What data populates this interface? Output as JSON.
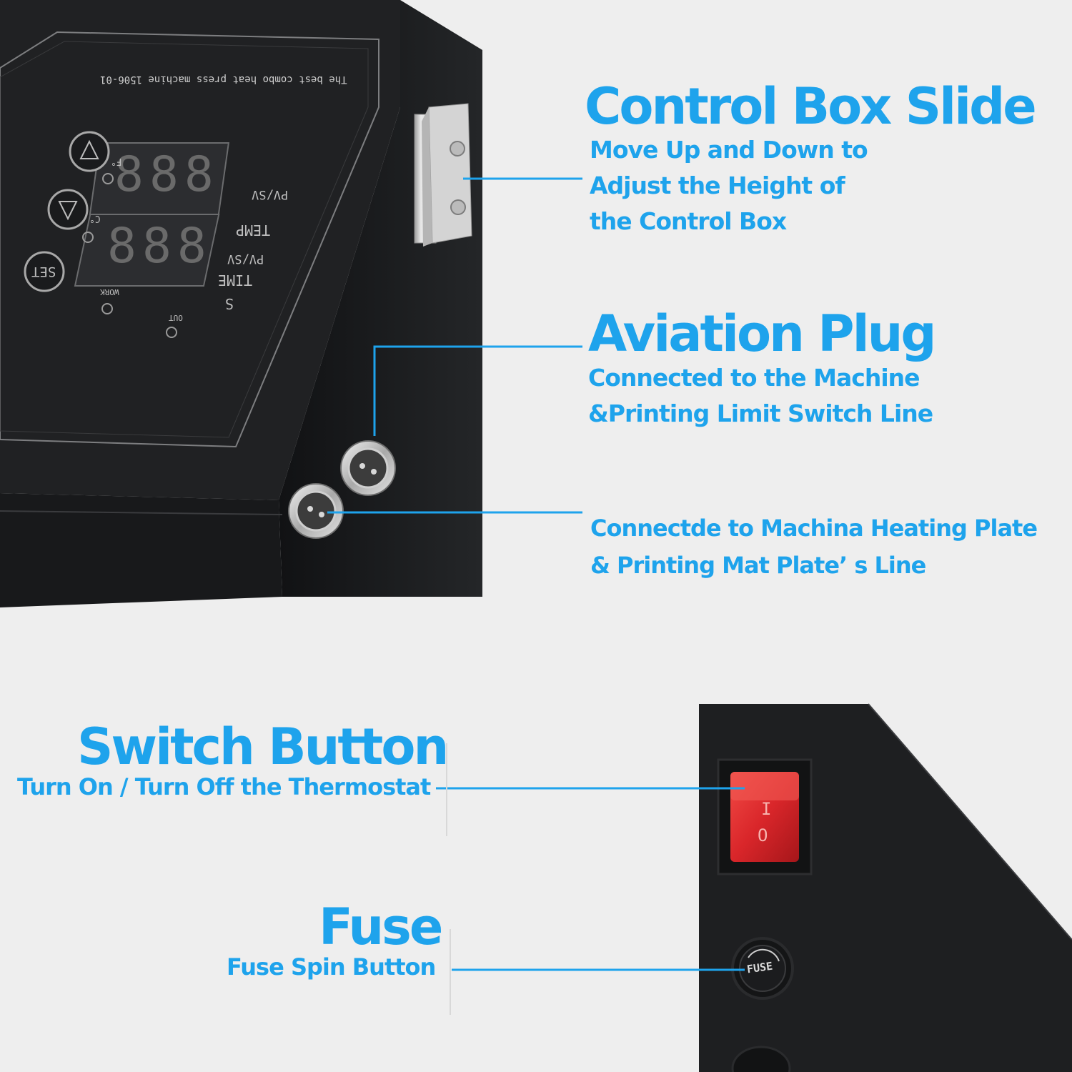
{
  "colors": {
    "accent": "#1ea3ec",
    "background": "#eeeeee",
    "device_body": "#1d1e20",
    "switch_red": "#d9262a"
  },
  "callouts": {
    "control_box_slide": {
      "title": "Control Box Slide",
      "lines": [
        "Move Up and Down to",
        "Adjust the Height of",
        "the Control Box"
      ]
    },
    "aviation_plug": {
      "title": "Aviation Plug",
      "lines": [
        "Connected to the Machine",
        "&Printing Limit  Switch Line"
      ]
    },
    "heating_plate_plug": {
      "lines": [
        "Connectde to Machina Heating  Plate",
        "& Printing  Mat  Plate’  s Line"
      ]
    },
    "switch_button": {
      "title": "Switch Button",
      "desc": "Turn On / Turn Off the Thermostat"
    },
    "fuse": {
      "title": "Fuse",
      "desc": "Fuse Spin Button"
    }
  },
  "device": {
    "panel_model": "The best combo heat press machine 1506-01",
    "display_top": "888",
    "display_bottom": "888",
    "label_pv_sv_top": "PV/SV",
    "label_temp": "TEMP",
    "label_pv_sv_bottom": "PV/SV",
    "label_time": "TIME",
    "label_s": "S",
    "label_f": "F°",
    "label_c": "C°",
    "label_work": "WORK",
    "label_out": "OUT",
    "button_set": "SET",
    "switch_on_mark": "I",
    "switch_off_mark": "O",
    "fuse_label": "FUSE"
  }
}
